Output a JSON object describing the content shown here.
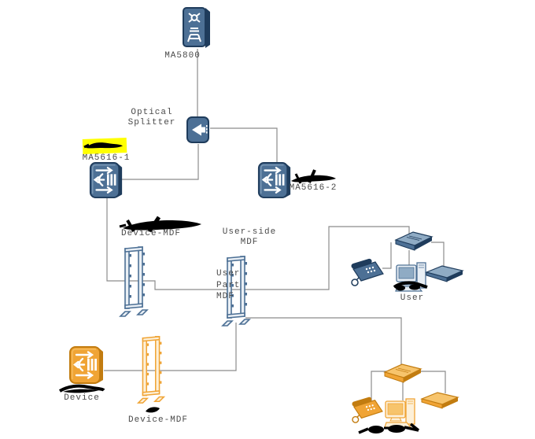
{
  "diagram": {
    "type": "network-topology",
    "labels": {
      "ma5800": "MA5800",
      "optical_splitter_1": "Optical",
      "optical_splitter_2": "Splitter",
      "ma5616_1": "MA5616-1",
      "ma5616_2": "MA5616-2",
      "device_mdf_top": "Device-MDF",
      "user_side_mdf_1": "User-side",
      "user_side_mdf_2": "MDF",
      "user_part_mdf_1": "User",
      "user_part_mdf_2": "Part",
      "user_part_mdf_3": "MDF",
      "user": "User",
      "device": "Device",
      "device_mdf_bottom": "Device-MDF"
    },
    "annotations": {
      "ma5616_1": "black-scribble-on-yellow-highlight",
      "ma5616_2": "black-pen-scribble",
      "device_mdf_top": "black-pen-scribble",
      "user": "black-pen-scribble",
      "device": "black-pen-scribble",
      "device_mdf_bottom": "black-pen-scribble",
      "bottom_user_cluster": "black-pen-scribble"
    },
    "connections": [
      "MA5800 - Optical Splitter",
      "Optical Splitter - MA5616-1",
      "Optical Splitter - MA5616-2",
      "MA5616-1 - Device-MDF - User-side MDF - user modem",
      "user modem - telephone",
      "user modem - computer",
      "user modem - set-top-box",
      "User-side MDF - lower modem cluster",
      "User-side MDF - Device-MDF (orange) - Device (orange)",
      "lower modem - telephone",
      "lower modem - computer",
      "lower modem - set-top-box"
    ],
    "colors": {
      "device_blue": "#4d7095",
      "device_blue_dark": "#1f3c5c",
      "device_orange": "#f0a435",
      "device_orange_dark": "#c27c10",
      "connector_line": "#8c8c8c",
      "highlight": "#ffff00",
      "annotation": "#000000",
      "label_text": "#4a4a4a",
      "background": "#ffffff"
    }
  }
}
